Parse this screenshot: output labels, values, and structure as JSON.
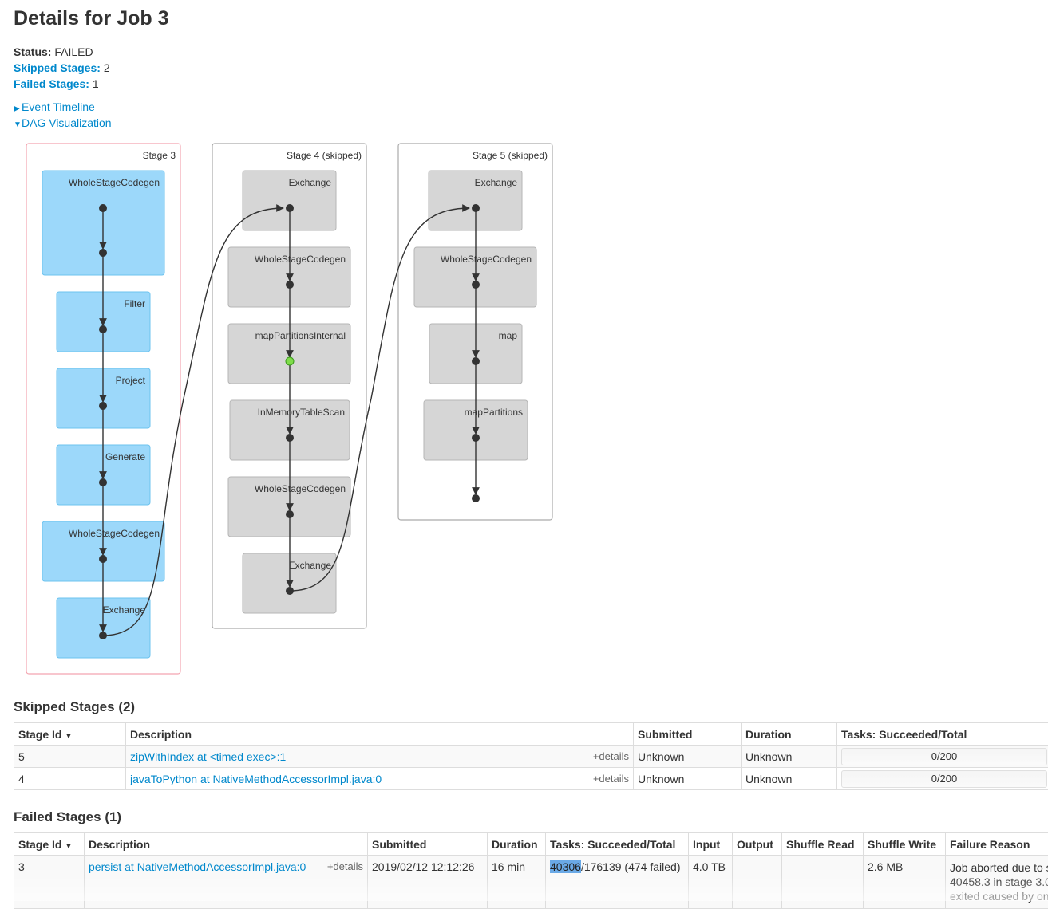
{
  "page": {
    "title": "Details for Job 3"
  },
  "summary": {
    "status_label": "Status:",
    "status_value": "FAILED",
    "skipped_label": "Skipped Stages:",
    "skipped_value": "2",
    "failed_label": "Failed Stages:",
    "failed_value": "1"
  },
  "toggles": {
    "event_timeline": "Event Timeline",
    "dag_visualization": "DAG Visualization"
  },
  "colors": {
    "link": "#0088cc",
    "stage_active_fill": "#9cd8fa",
    "stage_skipped_fill": "#d6d6d6",
    "failed_border": "#f3a5b0",
    "cached_node": "#7fdc4b"
  },
  "dag": {
    "stages": [
      {
        "label": "Stage 3",
        "status": "failed",
        "nodes": [
          "WholeStageCodegen",
          "Filter",
          "Project",
          "Generate",
          "WholeStageCodegen",
          "Exchange"
        ]
      },
      {
        "label": "Stage 4 (skipped)",
        "status": "skipped",
        "nodes": [
          "Exchange",
          "WholeStageCodegen",
          "mapPartitionsInternal",
          "InMemoryTableScan",
          "WholeStageCodegen",
          "Exchange"
        ]
      },
      {
        "label": "Stage 5 (skipped)",
        "status": "skipped",
        "nodes": [
          "Exchange",
          "WholeStageCodegen",
          "map",
          "mapPartitions"
        ]
      }
    ]
  },
  "skipped_stages": {
    "title": "Skipped Stages (2)",
    "headers": [
      "Stage Id",
      "Description",
      "Submitted",
      "Duration",
      "Tasks: Succeeded/Total"
    ],
    "details_label": "+details",
    "rows": [
      {
        "id": "5",
        "description": "zipWithIndex at <timed exec>:1",
        "submitted": "Unknown",
        "duration": "Unknown",
        "tasks": "0/200"
      },
      {
        "id": "4",
        "description": "javaToPython at NativeMethodAccessorImpl.java:0",
        "submitted": "Unknown",
        "duration": "Unknown",
        "tasks": "0/200"
      }
    ]
  },
  "failed_stages": {
    "title": "Failed Stages (1)",
    "headers": [
      "Stage Id",
      "Description",
      "Submitted",
      "Duration",
      "Tasks: Succeeded/Total",
      "Input",
      "Output",
      "Shuffle Read",
      "Shuffle Write",
      "Failure Reason"
    ],
    "details_label": "+details",
    "rows": [
      {
        "id": "3",
        "description": "persist at NativeMethodAccessorImpl.java:0",
        "submitted": "2019/02/12 12:12:26",
        "duration": "16 min",
        "tasks_succeeded": "40306",
        "tasks_rest": "/176139 (474 failed)",
        "input": "4.0 TB",
        "output": "",
        "shuffle_read": "",
        "shuffle_write": "2.6 MB",
        "failure_reason_lines": [
          "Job aborted due to s",
          "40458.3 in stage 3.0",
          "exited caused by on"
        ]
      }
    ]
  }
}
